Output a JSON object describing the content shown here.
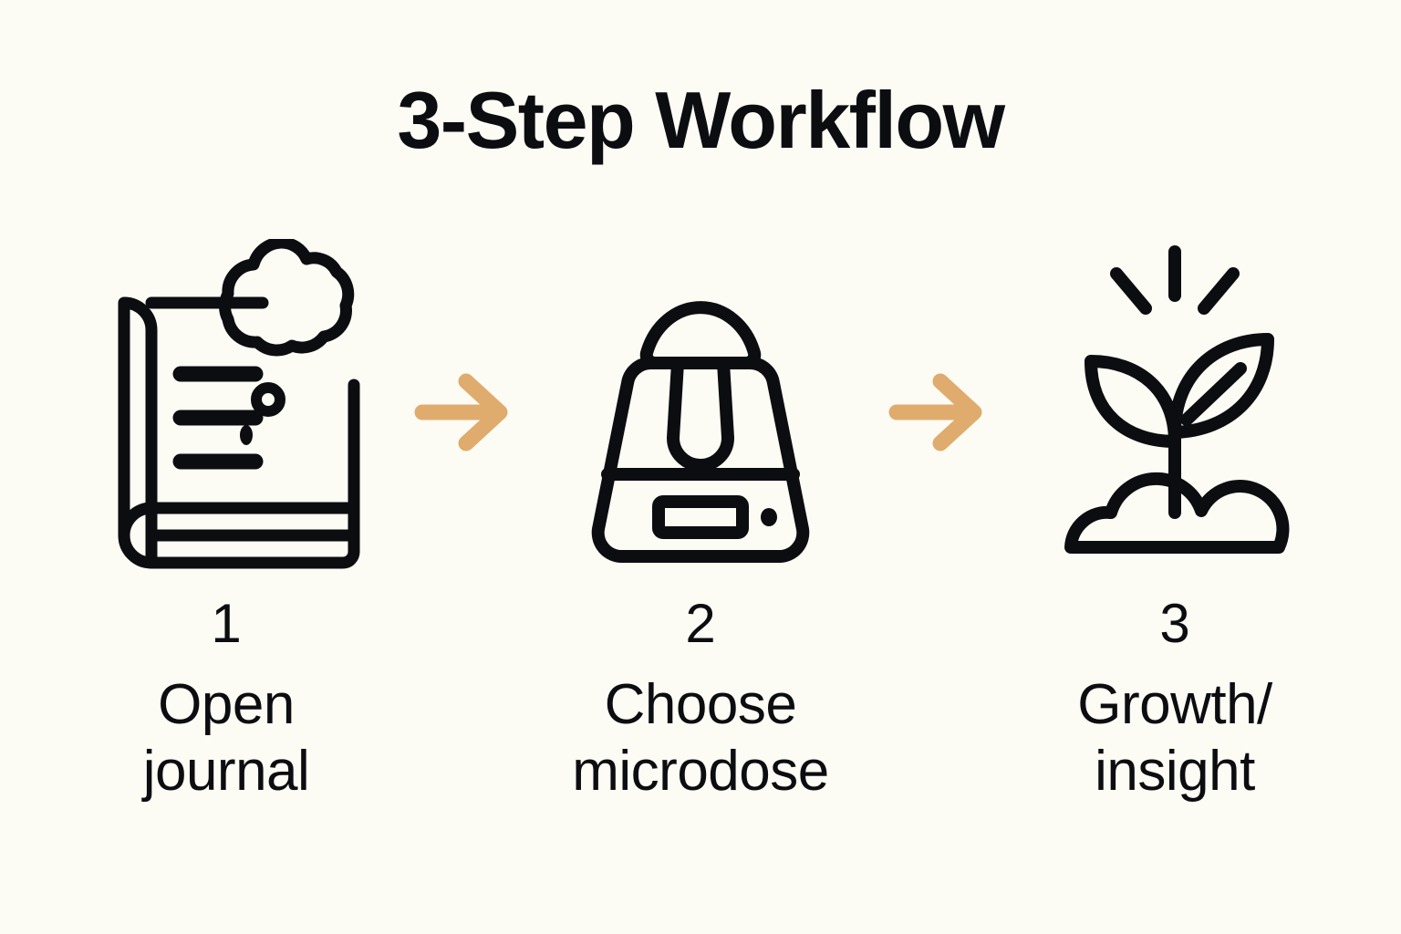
{
  "page": {
    "title": "3-Step Workflow",
    "background_color": "#FCFCF5",
    "ink_color": "#0C0D10",
    "accent_color": "#DFAC6E"
  },
  "steps": [
    {
      "number": "1",
      "label": "Open\njournal",
      "icon": "journal-thought-icon"
    },
    {
      "number": "2",
      "label": "Choose\nmicrodose",
      "icon": "mushroom-scale-icon"
    },
    {
      "number": "3",
      "label": "Growth/\ninsight",
      "icon": "sprout-growth-icon"
    }
  ],
  "connectors": [
    {
      "icon": "arrow-right-icon",
      "color": "#DFAC6E"
    },
    {
      "icon": "arrow-right-icon",
      "color": "#DFAC6E"
    }
  ]
}
